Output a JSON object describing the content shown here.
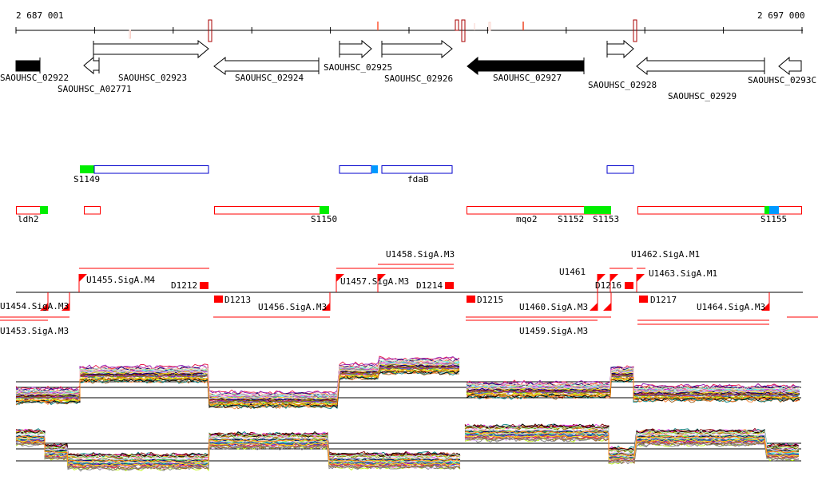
{
  "ruler": {
    "start_label": "2 687 001",
    "end_label": "2 697 000"
  },
  "genes": [
    {
      "name": "SAOUHSC_02922"
    },
    {
      "name": "SAOUHSC_A02771"
    },
    {
      "name": "SAOUHSC_02923"
    },
    {
      "name": "SAOUHSC_02924"
    },
    {
      "name": "SAOUHSC_02925"
    },
    {
      "name": "SAOUHSC_02926"
    },
    {
      "name": "SAOUHSC_02927"
    },
    {
      "name": "SAOUHSC_02928"
    },
    {
      "name": "SAOUHSC_02929"
    },
    {
      "name": "SAOUHSC_0293C"
    }
  ],
  "features_forward": [
    "S1149",
    "fdaB"
  ],
  "features_reverse": [
    "ldh2",
    "S1150",
    "mqo2",
    "S1152",
    "S1153",
    "S1155"
  ],
  "segments": {
    "above": [
      "U1455.SigA.M4",
      "D1212",
      "U1457.SigA.M3",
      "U1458.SigA.M3",
      "D1214",
      "U1461",
      "D1216",
      "U1462.SigA.M1",
      "U1463.SigA.M1"
    ],
    "below": [
      "U1454.SigA.M3",
      "U1453.SigA.M3",
      "D1213",
      "U1456.SigA.M3",
      "D1215",
      "U1460.SigA.M3",
      "U1459.SigA.M3",
      "D1217",
      "U1464.SigA.M3"
    ]
  },
  "colors": {
    "forward": "#0000cc",
    "reverse": "#ff0000",
    "green": "#00ee00",
    "blue": "#0099ff",
    "mark": "#aa0000"
  }
}
